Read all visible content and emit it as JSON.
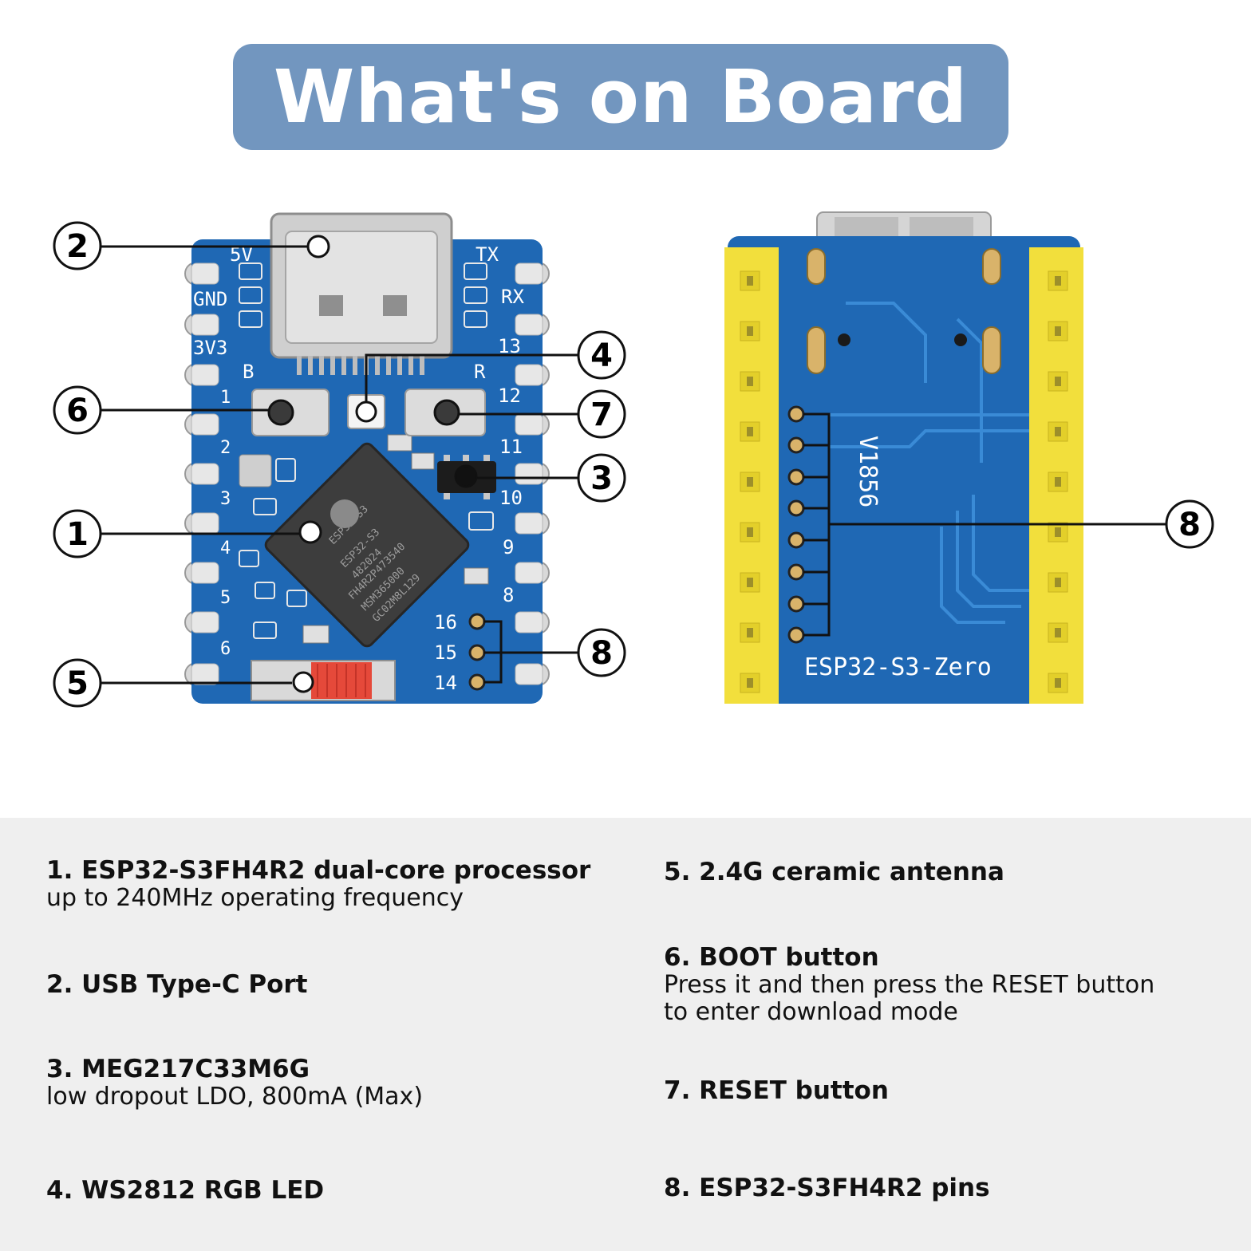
{
  "title": "What's on Board",
  "colors": {
    "banner": "#7296bf",
    "pcb": "#1f68b4",
    "header_pins": "#f2df3c",
    "panel_bg": "#efefef"
  },
  "front_silkscreen": {
    "left_pins": [
      "5V",
      "GND",
      "3V3"
    ],
    "right_pins": [
      "TX",
      "RX",
      "13",
      "12",
      "11",
      "10",
      "9",
      "8"
    ],
    "left_numbers": [
      "1",
      "2",
      "3",
      "4",
      "5",
      "6"
    ],
    "boot_mark": "B",
    "reset_mark": "R",
    "gpio_pads": [
      "16",
      "15",
      "14"
    ],
    "chip_lines": [
      "ESP32-S3",
      "482024",
      "FH4R2P473540",
      "MSM365000",
      "GC02M8L129"
    ]
  },
  "back_silkscreen": {
    "version": "V1856",
    "board_name": "ESP32-S3-Zero"
  },
  "callouts": {
    "c1": "1",
    "c2": "2",
    "c3": "3",
    "c4": "4",
    "c5": "5",
    "c6": "6",
    "c7": "7",
    "c8a": "8",
    "c8b": "8"
  },
  "items": [
    {
      "head": "1. ESP32-S3FH4R2 dual-core processor",
      "desc": "up to 240MHz operating frequency"
    },
    {
      "head": "2. USB Type-C Port",
      "desc": ""
    },
    {
      "head": "3. MEG217C33M6G",
      "desc": "low dropout LDO, 800mA (Max)"
    },
    {
      "head": "4. WS2812 RGB LED",
      "desc": ""
    },
    {
      "head": "5. 2.4G ceramic antenna",
      "desc": ""
    },
    {
      "head": "6. BOOT button",
      "desc": "Press it and then press the RESET button",
      "desc2": "to enter download mode"
    },
    {
      "head": "7. RESET button",
      "desc": ""
    },
    {
      "head": "8. ESP32-S3FH4R2 pins",
      "desc": ""
    }
  ]
}
